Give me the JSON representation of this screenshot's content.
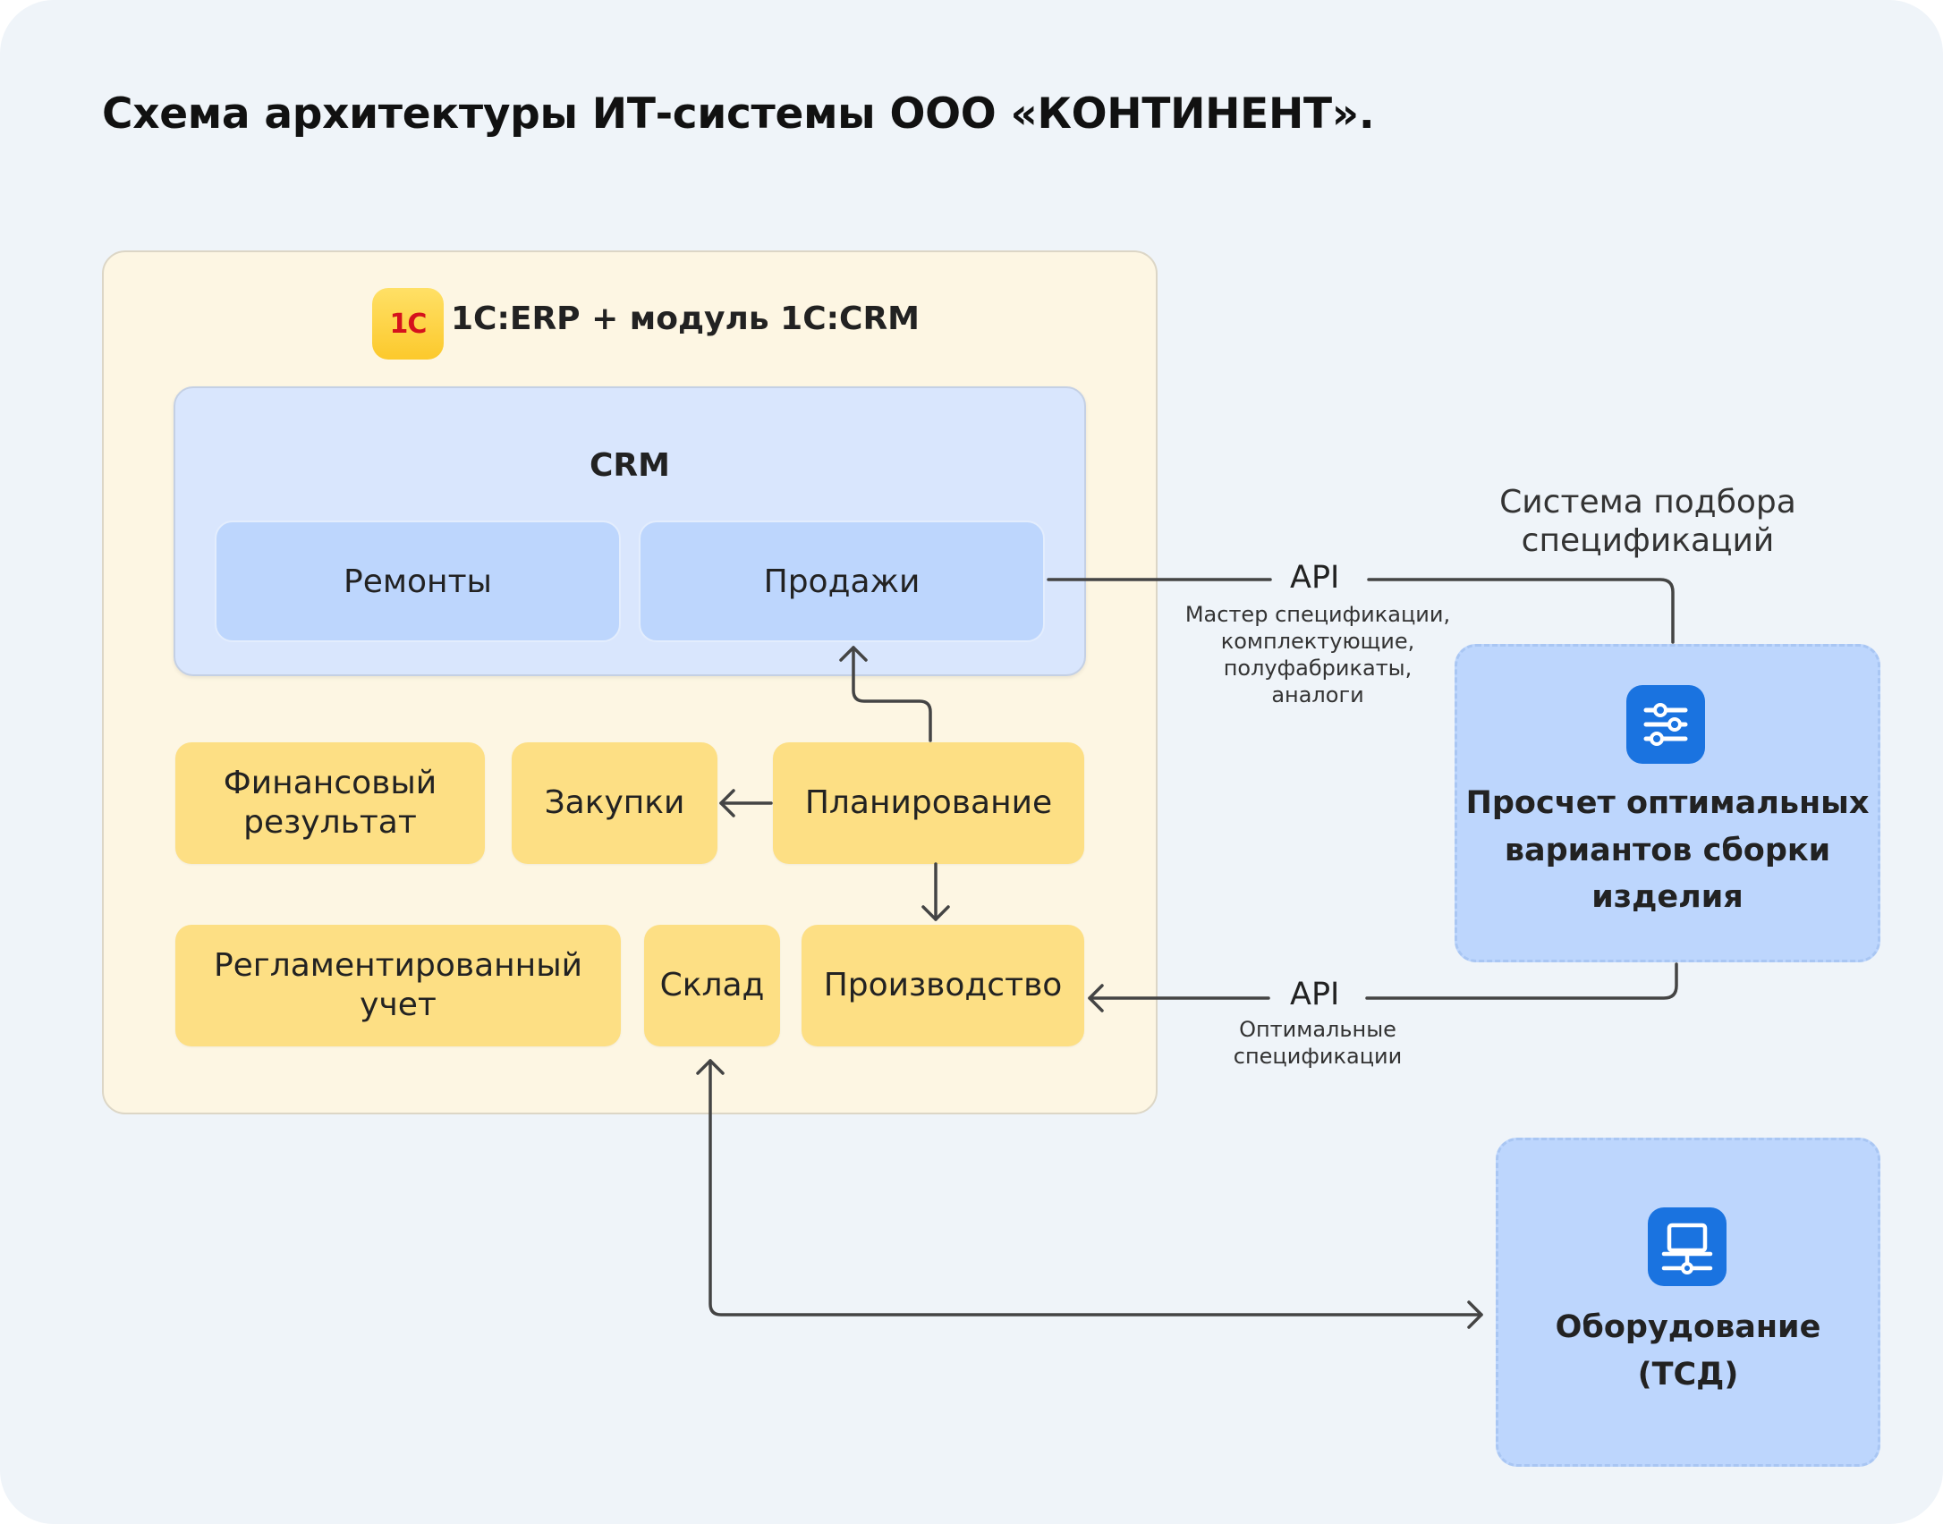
{
  "title": "Схема архитектуры ИТ-системы ООО «КОНТИНЕНТ».",
  "erp": {
    "logo_text": "1С",
    "label": "1С:ERP + модуль 1С:CRM",
    "crm": {
      "label": "CRM",
      "modules": [
        "Ремонты",
        "Продажи"
      ]
    },
    "modules": {
      "fin_result": "Финансовый\nрезультат",
      "purchases": "Закупки",
      "planning": "Планирование",
      "regulated": "Регламентированный\nучет",
      "warehouse": "Склад",
      "production": "Производство"
    }
  },
  "spec_system": {
    "label": "Система подбора\nспецификаций",
    "title": "Просчет оптимальных\nвариантов сборки\nизделия",
    "icon": "sliders-icon"
  },
  "equipment": {
    "title": "Оборудование\n(ТСД)",
    "icon": "computer-network-icon"
  },
  "connections": {
    "api_top": {
      "label": "API",
      "note": "Мастер спецификации,\nкомплектующие,\nполуфабрикаты,\nаналоги"
    },
    "api_bottom": {
      "label": "API",
      "note": "Оптимальные\nспецификации"
    }
  },
  "colors": {
    "background": "#eff4f9",
    "erp_panel": "#fdf6e3",
    "crm_panel": "#d9e6fd",
    "blue_box": "#bdd6fd",
    "yellow_box": "#fddf84",
    "icon_blue": "#1a73e0",
    "logo_red": "#d5121c",
    "line": "#444444"
  }
}
